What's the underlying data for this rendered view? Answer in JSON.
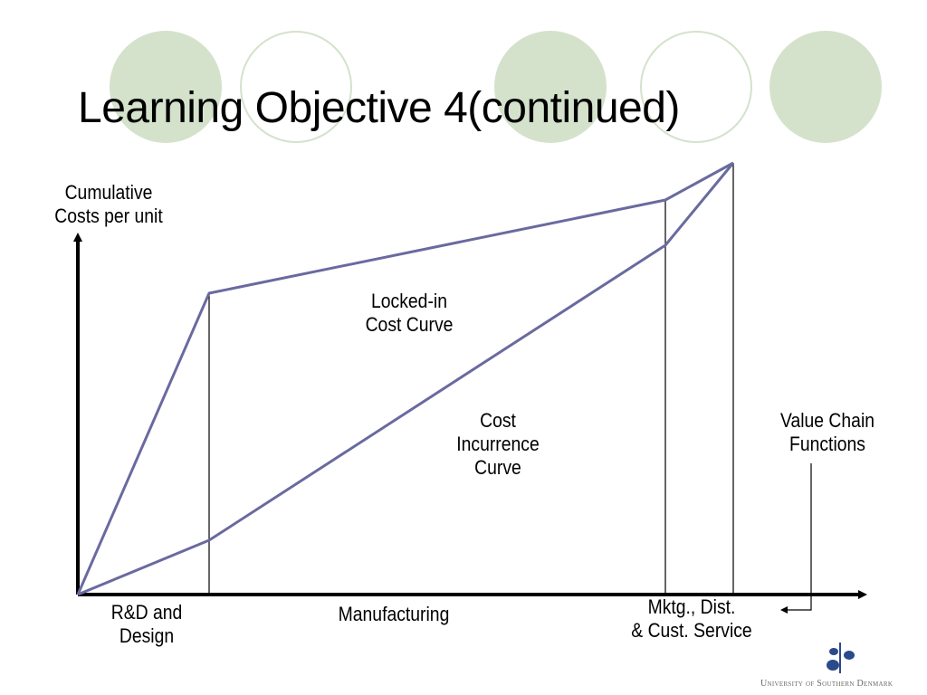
{
  "slide": {
    "title": "Learning Objective 4(continued)"
  },
  "decor": {
    "circle_fill": "#d4e2cc",
    "line_color": "#6a6aa0"
  },
  "diagram": {
    "y_axis_label_line1": "Cumulative",
    "y_axis_label_line2": "Costs per unit",
    "x_axis_label_line1": "Value Chain",
    "x_axis_label_line2": "Functions",
    "locked_in_line1": "Locked-in",
    "locked_in_line2": "Cost Curve",
    "incurrence_line1": "Cost",
    "incurrence_line2": "Incurrence",
    "incurrence_line3": "Curve",
    "functions": {
      "rd_line1": "R&D and",
      "rd_line2": "Design",
      "manufacturing": "Manufacturing",
      "mktg_line1": "Mktg., Dist.",
      "mktg_line2": "& Cust. Service"
    }
  },
  "logo": {
    "text": "University of Southern Denmark"
  }
}
